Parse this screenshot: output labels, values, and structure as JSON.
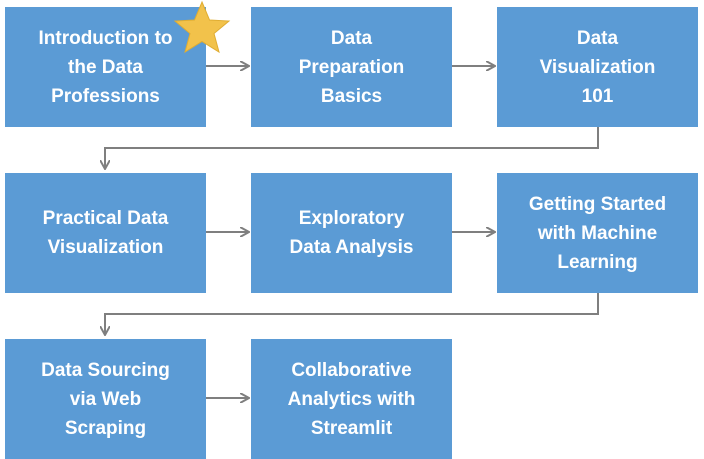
{
  "flowchart": {
    "steps": [
      {
        "id": "intro",
        "label": "Introduction to\nthe Data\nProfessions",
        "highlighted": true
      },
      {
        "id": "prep",
        "label": "Data\nPreparation\nBasics"
      },
      {
        "id": "viz101",
        "label": "Data\nVisualization\n101"
      },
      {
        "id": "practical",
        "label": "Practical Data\nVisualization"
      },
      {
        "id": "eda",
        "label": "Exploratory\nData Analysis"
      },
      {
        "id": "ml",
        "label": "Getting Started\nwith Machine\nLearning"
      },
      {
        "id": "scraping",
        "label": "Data Sourcing\nvia Web\nScraping"
      },
      {
        "id": "streamlit",
        "label": "Collaborative\nAnalytics with\nStreamlit"
      }
    ],
    "box_color": "#5b9bd5",
    "arrow_color": "#7f7f7f",
    "star_color": "#f2c24b",
    "star_icon": "star-icon"
  }
}
